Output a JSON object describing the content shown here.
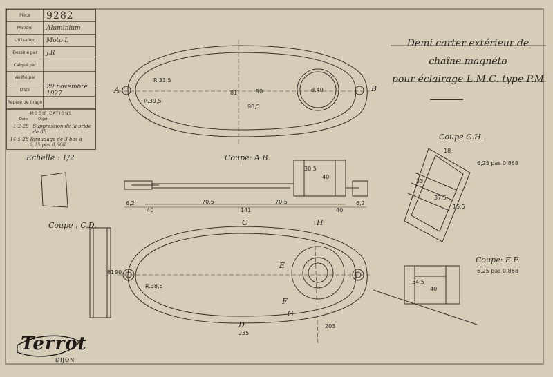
{
  "title_block": {
    "rows": [
      {
        "label": "Pièce",
        "value": "9282"
      },
      {
        "label": "Matière",
        "value": "Aluminium"
      },
      {
        "label": "Utilisation",
        "value": "Moto L"
      },
      {
        "label": "Dessiné par",
        "value": "J.R"
      },
      {
        "label": "Calqué par",
        "value": ""
      },
      {
        "label": "Vérifié par",
        "value": ""
      },
      {
        "label": "Date",
        "value": "29 novembre 1927"
      },
      {
        "label": "Repère de tirage",
        "value": ""
      }
    ],
    "modifications": {
      "title": "MODIFICATIONS",
      "col_date": "Date",
      "col_object": "Objet",
      "entries": [
        {
          "date": "1-2-28",
          "object": "Suppression de la bride de 85"
        },
        {
          "date": "14-5-28",
          "object": "Taraudage de 3 bos à 6,25 pas 0,868"
        }
      ]
    }
  },
  "drawing_title": {
    "line1": "Demi carter extérieur de",
    "line2": "chaîne magnéto",
    "line3": "pour éclairage L.M.C. type P.M"
  },
  "scale_label": "Echelle : 1/2",
  "sections": {
    "ab": "Coupe: A.B.",
    "cd": "Coupe : C.D.",
    "gh": "Coupe G.H.",
    "ef": "Coupe: E.F."
  },
  "points": {
    "A": "A",
    "B": "B",
    "C": "C",
    "D": "D",
    "E": "E",
    "F": "F",
    "G": "G",
    "H": "H"
  },
  "dimensions": {
    "top_r1": "R.33,5",
    "top_r2": "R.39,5",
    "top_h81": "81",
    "top_h90": "90",
    "top_h905": "90,5",
    "top_bore": "d.40",
    "ab_141": "141",
    "ab_705a": "70,5",
    "ab_705b": "70,5",
    "ab_40a": "40",
    "ab_40b": "40",
    "ab_40v": "40",
    "ab_305": "30,5",
    "ab_62a": "6,2",
    "ab_62b": "6,2",
    "cd_81": "81",
    "cd_90": "90",
    "plan_235": "235",
    "plan_203": "203",
    "plan_r385": "R.38,5",
    "gh_18": "18",
    "gh_33": "33",
    "gh_375": "37,5",
    "gh_155": "15,5",
    "gh_thread": "6,25 pas 0,868",
    "ef_345": "34,5",
    "ef_40": "40",
    "ef_thread": "6,25 pas 0,868"
  },
  "logo": {
    "brand": "Terrot",
    "city": "DIJON"
  }
}
